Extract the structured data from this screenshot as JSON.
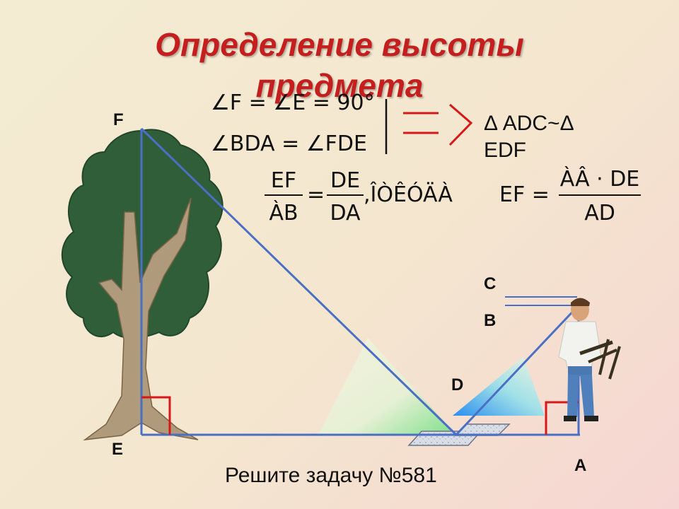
{
  "title": "Определение высоты предмета",
  "points": {
    "F": "F",
    "E": "E",
    "C": "C",
    "B": "B",
    "D": "D",
    "A": "A"
  },
  "given": {
    "angle1": "∠F = ∠E = 90°",
    "angle2": "∠BDA = ∠FDE"
  },
  "conclusion": "Δ ADC~Δ EDF",
  "ratio": {
    "num1": "EF",
    "den1": "ÀB",
    "eq": "=",
    "num2": "DE",
    "den2": "DA",
    "tail": ",ÎÒÊÓÄÀ"
  },
  "result": {
    "lhs": "EF =",
    "num": "ÀÂ · DE",
    "den": "AD"
  },
  "task": "Решите задачу №581",
  "colors": {
    "title": "#c41e1e",
    "lines": "#4a6fc4",
    "right_angle": "#d81818",
    "tree_crown": "#2f5e38",
    "trunk": "#b09a7c"
  }
}
